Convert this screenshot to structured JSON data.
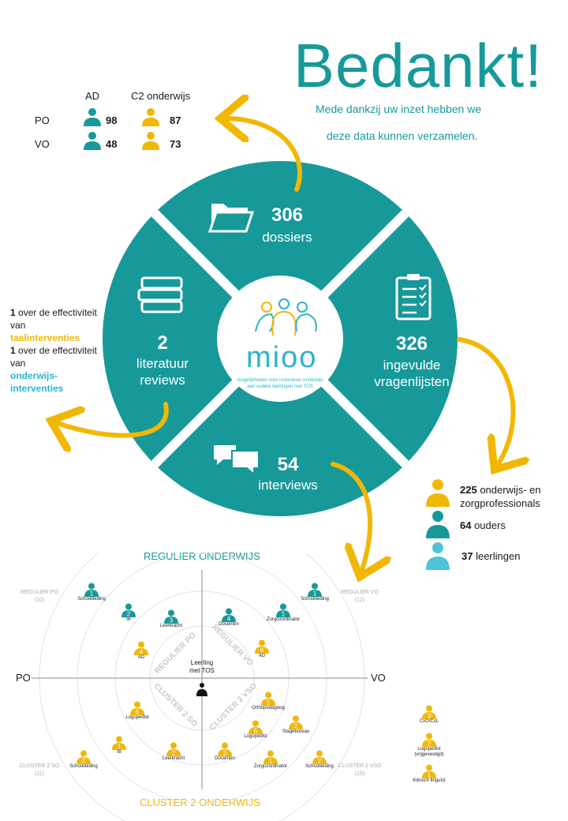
{
  "header": {
    "title": "Bedankt!",
    "subtitle_line1": "Mede dankzij uw inzet hebben we",
    "subtitle_line2": "deze data kunnen verzamelen."
  },
  "respondent_table": {
    "col_ad": "AD",
    "col_c2": "C2 onderwijs",
    "rows": [
      {
        "label": "PO",
        "ad": "98",
        "c2": "87"
      },
      {
        "label": "VO",
        "ad": "48",
        "c2": "73"
      }
    ]
  },
  "literature_note": {
    "l1_num": "1",
    "l1_text": " over de effectiviteit van",
    "l1_highlight": "taalinterventies",
    "l2_num": "1",
    "l2_text": " over de effectiviteit van",
    "l2_highlight": "onderwijs-interventies"
  },
  "wheel": {
    "dossiers": {
      "number": "306",
      "label": "dossiers"
    },
    "reviews": {
      "number": "2",
      "label1": "literatuur",
      "label2": "reviews"
    },
    "vragenlijsten": {
      "number": "326",
      "label1": "ingevulde",
      "label2": "vragenlijsten"
    },
    "interviews": {
      "number": "54",
      "label": "interviews"
    },
    "logo": {
      "name": "mioo",
      "sub1": "mogelijkheden voor inclusiever onderwijs",
      "sub2": "aan oudere leerlingen met TOS"
    }
  },
  "interview_legend": [
    {
      "number": "225",
      "text": " onderwijs- en",
      "text2": "zorgprofessionals",
      "color": "#f2b705"
    },
    {
      "number": "64",
      "text": " ouders",
      "text2": "",
      "color": "#17999a"
    },
    {
      "number": "37",
      "text": " leerlingen",
      "text2": "",
      "color": "#4cc3d9"
    }
  ],
  "diagram": {
    "top_label": "REGULIER ONDERWIJS",
    "bottom_label": "CLUSTER 2 ONDERWIJS",
    "left_axis": "PO",
    "right_axis": "VO",
    "quadrant_labels": {
      "regulier_po": "REGULIER PO",
      "regulier_po_n": "(10)",
      "regulier_vo": "REGULIER VO",
      "regulier_vo_n": "(12)",
      "cluster2_so": "CLUSTER 2 SO",
      "cluster2_so_n": "(11)",
      "cluster2_vso": "CLUSTER 2 VSO",
      "cluster2_vso_n": "(15)"
    },
    "ring_labels": {
      "regulier_po": "REGULIER PO",
      "regulier_vo": "REGULIER VO",
      "cluster2_so": "CLUSTER 2 SO",
      "cluster2_vso": "CLUSTER 2 VSO"
    },
    "center": {
      "line1": "Leerling",
      "line2": "met TOS"
    },
    "roles": [
      {
        "n": "1",
        "label": "Schoolleiding",
        "color": "#17999a"
      },
      {
        "n": "2",
        "label": "IB",
        "color": "#17999a"
      },
      {
        "n": "3",
        "label": "Leerkracht",
        "color": "#17999a"
      },
      {
        "n": "4",
        "label": "Docenten",
        "color": "#17999a"
      },
      {
        "n": "1",
        "label": "Zorgcoördinator",
        "color": "#17999a"
      },
      {
        "n": "1",
        "label": "Schoolleiding",
        "color": "#17999a"
      },
      {
        "n": "4",
        "label": "AD",
        "color": "#f2b705"
      },
      {
        "n": "6",
        "label": "AD",
        "color": "#f2b705"
      },
      {
        "n": "6",
        "label": "Logopedist",
        "color": "#f2b705"
      },
      {
        "n": "1",
        "label": "Orthopedagoog",
        "color": "#f2b705"
      },
      {
        "n": "6",
        "label": "Logopedist",
        "color": "#f2b705"
      },
      {
        "n": "2",
        "label": "Stagebureau",
        "color": "#f2b705"
      },
      {
        "n": "2",
        "label": "Schoolleiding",
        "color": "#f2b705"
      },
      {
        "n": "1",
        "label": "IB",
        "color": "#f2b705"
      },
      {
        "n": "2",
        "label": "Leerkracht",
        "color": "#f2b705"
      },
      {
        "n": "3",
        "label": "Docenten",
        "color": "#f2b705"
      },
      {
        "n": "1",
        "label": "Zorgcoördinator",
        "color": "#f2b705"
      },
      {
        "n": "2",
        "label": "Schoolleiding",
        "color": "#f2b705"
      }
    ],
    "extra_roles": [
      {
        "n": "3",
        "label": "CvO/CvL",
        "color": "#f2b705"
      },
      {
        "n": "2",
        "label": "Logopedist (vrijgevestigd)",
        "color": "#f2b705"
      },
      {
        "n": "1",
        "label": "Klinisch linguïst",
        "color": "#f2b705"
      }
    ]
  },
  "colors": {
    "teal": "#17999a",
    "yellow": "#f2b705",
    "lightblue": "#4cc3d9"
  }
}
